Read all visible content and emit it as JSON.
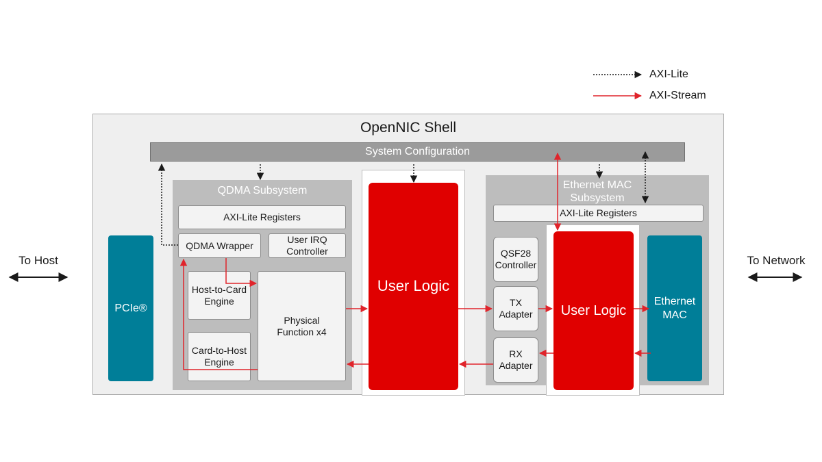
{
  "legend": {
    "axi_lite": "AXI-Lite",
    "axi_stream": "AXI-Stream"
  },
  "side": {
    "left": "To Host",
    "right": "To Network"
  },
  "shell": {
    "title": "OpenNIC Shell",
    "system_configuration": "System Configuration"
  },
  "qdma": {
    "title": "QDMA Subsystem",
    "axi_lite_registers": "AXI-Lite Registers",
    "wrapper": "QDMA Wrapper",
    "user_irq": "User IRQ Controller",
    "h2c": "Host-to-Card Engine",
    "c2h": "Card-to-Host Engine",
    "physical_function": "Physical Function x4"
  },
  "pcie": "PCIe®",
  "user_logic_1": "User Logic",
  "user_logic_2": "User Logic",
  "ethernet_subsystem": {
    "title_line1": "Ethernet MAC",
    "title_line2": "Subsystem",
    "axi_lite_registers": "AXI-Lite Registers",
    "qsf28": "QSF28 Controller",
    "tx_adapter": "TX Adapter",
    "rx_adapter": "RX Adapter",
    "ethernet_mac": "Ethernet MAC"
  },
  "colors": {
    "stream": "#e0242b",
    "lite": "#1a1a1a",
    "user_logic": "#e00000",
    "teal": "#007e98",
    "subsystem": "#bdbdbd"
  }
}
